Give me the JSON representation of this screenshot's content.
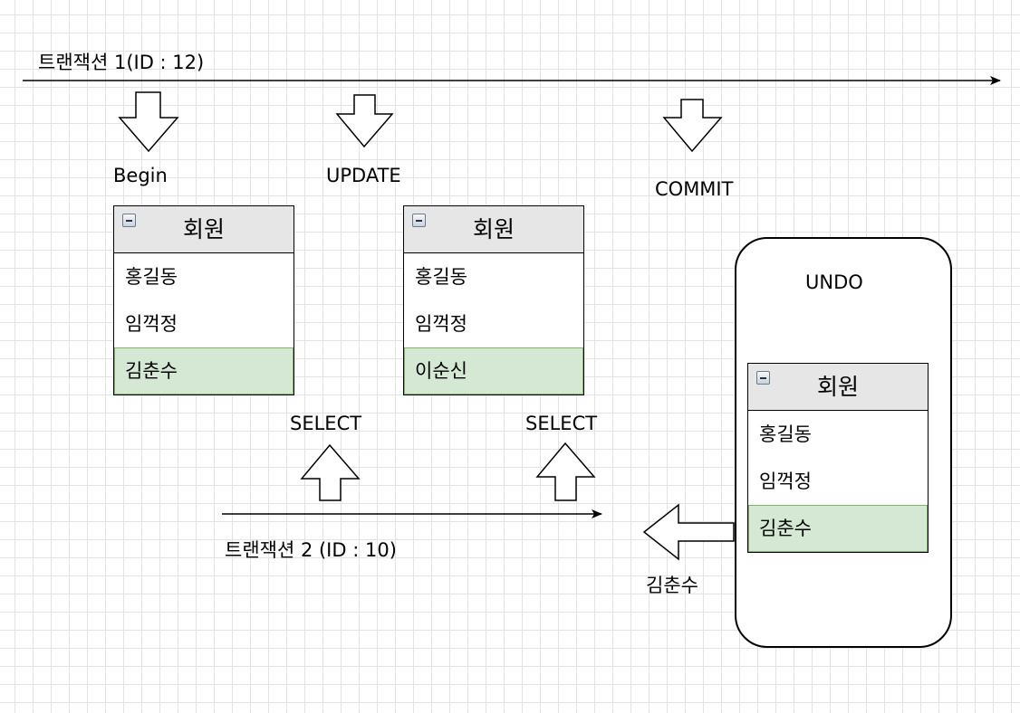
{
  "labels": {
    "transaction1": "트랜잭션 1(ID : 12)",
    "transaction2": "트랜잭션 2 (ID : 10)",
    "begin": "Begin",
    "update": "UPDATE",
    "commit": "COMMIT",
    "select1": "SELECT",
    "select2": "SELECT",
    "undo": "UNDO",
    "undo_value": "김춘수"
  },
  "tables": [
    {
      "title": "회원",
      "rows": [
        "홍길동",
        "임꺽정",
        "김춘수"
      ]
    },
    {
      "title": "회원",
      "rows": [
        "홍길동",
        "임꺽정",
        "이순신"
      ]
    },
    {
      "title": "회원",
      "rows": [
        "홍길동",
        "임꺽정",
        "김춘수"
      ]
    }
  ],
  "colors": {
    "highlight_fill": "#d5e8d4",
    "highlight_border": "#82b366",
    "header_fill": "#e6e6e6",
    "grid": "#e3e3e3"
  }
}
